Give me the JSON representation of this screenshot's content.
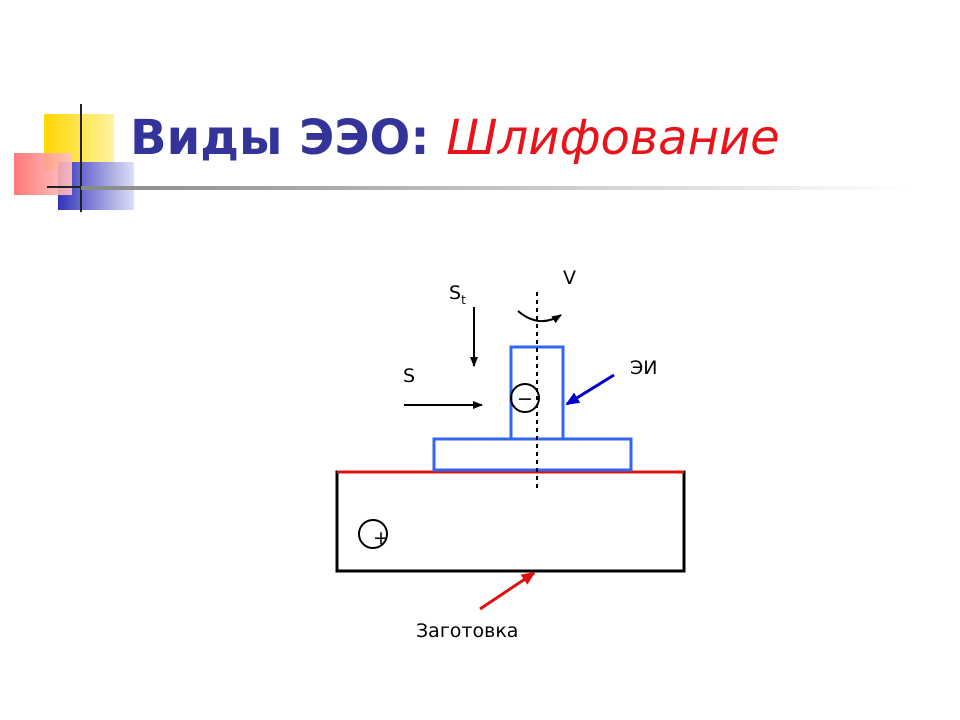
{
  "slide": {
    "title_main": "Виды ЭЭО: ",
    "title_accent": "Шлифование"
  },
  "diagram": {
    "label_v": "V",
    "label_st_base": "S",
    "label_st_sub": "t",
    "label_s": "S",
    "label_electrode": "ЭИ",
    "label_workpiece": "Заготовка",
    "polarity_tool": "−",
    "polarity_workpiece": "+"
  },
  "colors": {
    "title": "#333399",
    "accent": "#e8141b",
    "electrode": "#3366ee",
    "pointer_electrode": "#0000cc",
    "pointer_workpiece": "#dd1111",
    "contact_line": "#e01010"
  }
}
